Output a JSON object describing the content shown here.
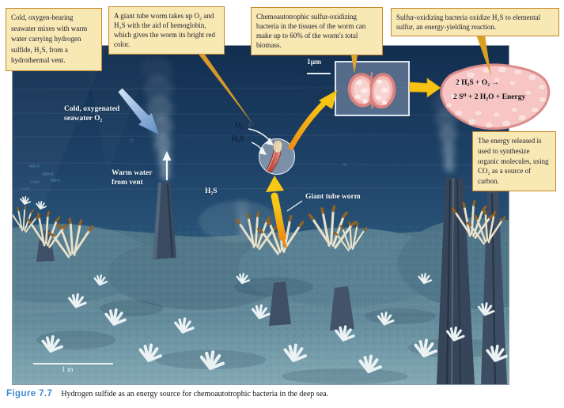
{
  "figure": {
    "label": "Figure 7.7",
    "caption": "Hydrogen sulfide as an energy source for chemoautotrophic bacteria in the deep sea."
  },
  "callouts": {
    "cold_seawater": "Cold, oxygen-bearing seawater mixes with warm water carrying hydrogen sulfide, H₂S, from a hydrothermal vent.",
    "tube_worm_uptake": "A giant tube worm takes up O₂ and H₂S with the aid of hemoglobin, which gives the worm its bright red color.",
    "worm_bacteria": "Chemoautotrophic sulfur-oxidizing bacteria in the tissues of the worm can make up to 60% of the worm's total biomass.",
    "sulfur_oxidation": "Sulfur-oxidizing bacteria oxidize H₂S to elemental sulfur, an energy-yielding reaction.",
    "energy_use": "The energy released is used to synthesize organic molecules, using CO₂ as a source of carbon."
  },
  "scene_labels": {
    "cold_oxygenated": "Cold, oxygenated\nseawater O₂",
    "warm_water": "Warm water\nfrom vent",
    "h2s_plume": "H₂S",
    "o2_close": "O₂",
    "h2s_close": "H₂S",
    "giant_tube_worm": "Giant tube worm"
  },
  "equation": {
    "line1": "2 H₂S + O₂ →",
    "line2": "2 S⁰ + 2 H₂O + Energy"
  },
  "scale_bars": {
    "micro": "1μm",
    "macro": "1 m"
  },
  "colors": {
    "callout_fill": "#f8e8b4",
    "callout_border": "#c8872e",
    "figure_label_blue": "#3d8bd3",
    "arrow_yellow": "#f7c414",
    "arrow_orange": "#ee8c12",
    "bacteria_pink": "#f6c5c4",
    "deep_water": "#122e4f"
  }
}
